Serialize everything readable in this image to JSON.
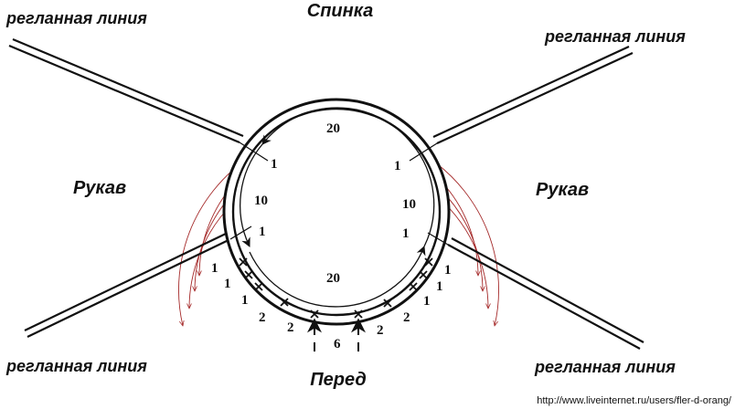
{
  "labels": {
    "top": "Спинка",
    "bottom": "Перед",
    "left": "Рукав",
    "right": "Рукав",
    "raglan_tl": "регланная линия",
    "raglan_tr": "регланная линия",
    "raglan_bl": "регланная линия",
    "raglan_br": "регланная линия"
  },
  "counts": {
    "back": "20",
    "front": "20",
    "left_sleeve": "10",
    "right_sleeve": "10",
    "left_top": "1",
    "left_bottom": "1",
    "right_top": "1",
    "right_bottom": "1",
    "center_front": "6",
    "l_inc_1": "1",
    "l_inc_2": "1",
    "l_inc_3": "1",
    "l_inc_4": "2",
    "l_inc_5": "2",
    "r_inc_1": "1",
    "r_inc_2": "1",
    "r_inc_3": "1",
    "r_inc_4": "2",
    "r_inc_5": "2"
  },
  "footer_url": "http://www.liveinternet.ru/users/fler-d-orang/",
  "colors": {
    "guide_arc": "#a52a2a",
    "line": "#111111"
  }
}
